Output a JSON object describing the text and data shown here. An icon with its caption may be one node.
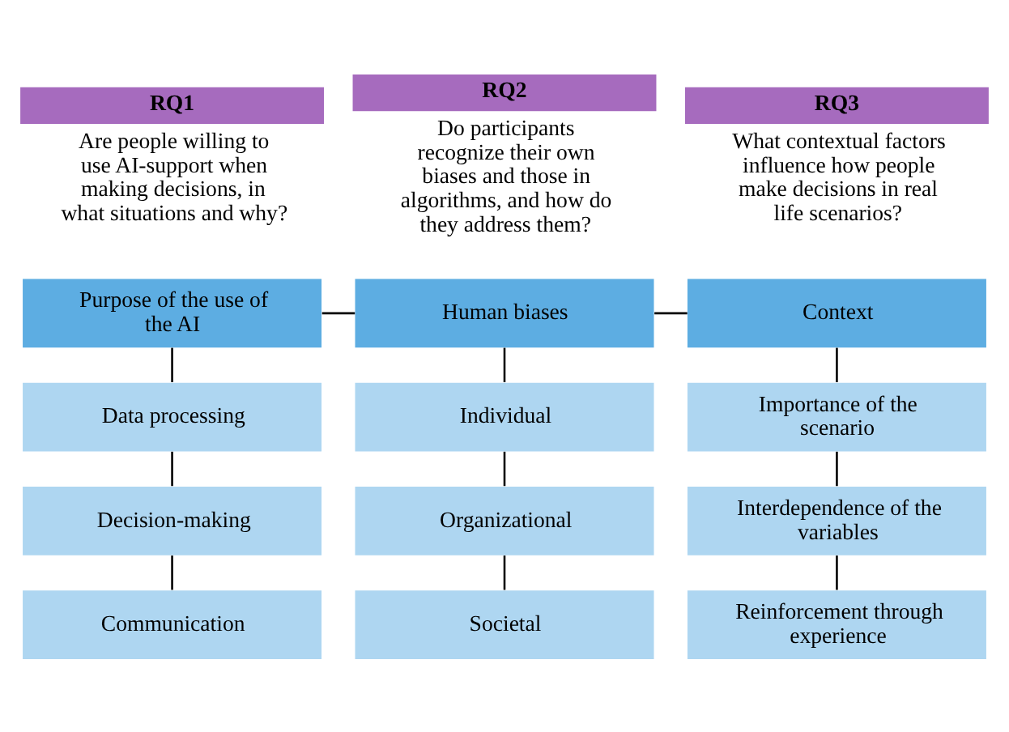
{
  "diagram": {
    "nodes": [
      {
        "text": [
          "RQ1",
          "Are people willing to use AI-support when making decisions, in what situations and why?"
        ]
      },
      {
        "text": [
          "RQ2",
          "Do participants recognize their own biases and those in algorithms, and how do they address them?"
        ]
      },
      {
        "text": [
          "RQ3",
          "What contextual factors influence how people make decisions in real life scenarios?"
        ]
      },
      {
        "text": [
          "Purpose of the use of the AI"
        ]
      },
      {
        "text": [
          "Human biases"
        ]
      },
      {
        "text": [
          "Context"
        ]
      },
      {
        "text": [
          "Data processing"
        ]
      },
      {
        "text": [
          "Individual"
        ]
      },
      {
        "text": [
          "Importance of the scenario"
        ]
      },
      {
        "text": [
          "Decision-making"
        ]
      },
      {
        "text": [
          "Organizational"
        ]
      },
      {
        "text": [
          "Interdependence of the variables"
        ]
      },
      {
        "text": [
          "Communication"
        ]
      },
      {
        "text": [
          "Societal"
        ]
      },
      {
        "text": [
          "Reinforcement through experience"
        ]
      }
    ],
    "edges": [
      {
        "from": 3,
        "to": 4,
        "arrow": "none"
      },
      {
        "from": 4,
        "to": 5,
        "arrow": "none"
      },
      {
        "from": 3,
        "to": 6,
        "arrow": "none"
      },
      {
        "from": 6,
        "to": 9,
        "arrow": "none"
      },
      {
        "from": 9,
        "to": 12,
        "arrow": "none"
      },
      {
        "from": 4,
        "to": 7,
        "arrow": "none"
      },
      {
        "from": 7,
        "to": 10,
        "arrow": "none"
      },
      {
        "from": 10,
        "to": 13,
        "arrow": "none"
      },
      {
        "from": 5,
        "to": 8,
        "arrow": "none"
      },
      {
        "from": 8,
        "to": 11,
        "arrow": "none"
      },
      {
        "from": 11,
        "to": 14,
        "arrow": "none"
      }
    ]
  }
}
